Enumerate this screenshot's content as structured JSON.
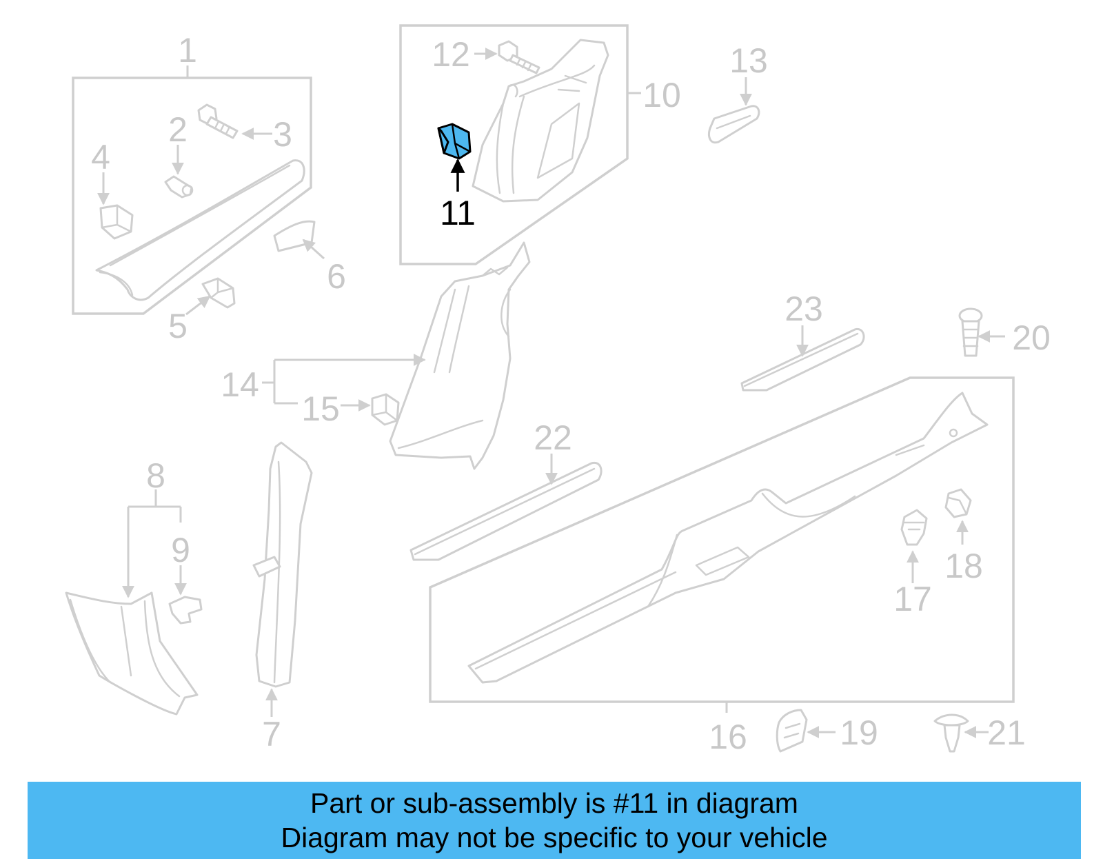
{
  "diagram": {
    "highlighted_callout": "11",
    "highlight_color": "#4db8f0",
    "part_color": "#cfcfcf",
    "callouts": {
      "c1": "1",
      "c2": "2",
      "c3": "3",
      "c4": "4",
      "c5": "5",
      "c6": "6",
      "c7": "7",
      "c8": "8",
      "c9": "9",
      "c10": "10",
      "c11": "11",
      "c12": "12",
      "c13": "13",
      "c14": "14",
      "c15": "15",
      "c16": "16",
      "c17": "17",
      "c18": "18",
      "c19": "19",
      "c20": "20",
      "c21": "21",
      "c22": "22",
      "c23": "23"
    }
  },
  "banner": {
    "line1": "Part or sub-assembly is #11 in diagram",
    "line2": "Diagram may not be specific to your vehicle",
    "background": "#4db8f2"
  }
}
